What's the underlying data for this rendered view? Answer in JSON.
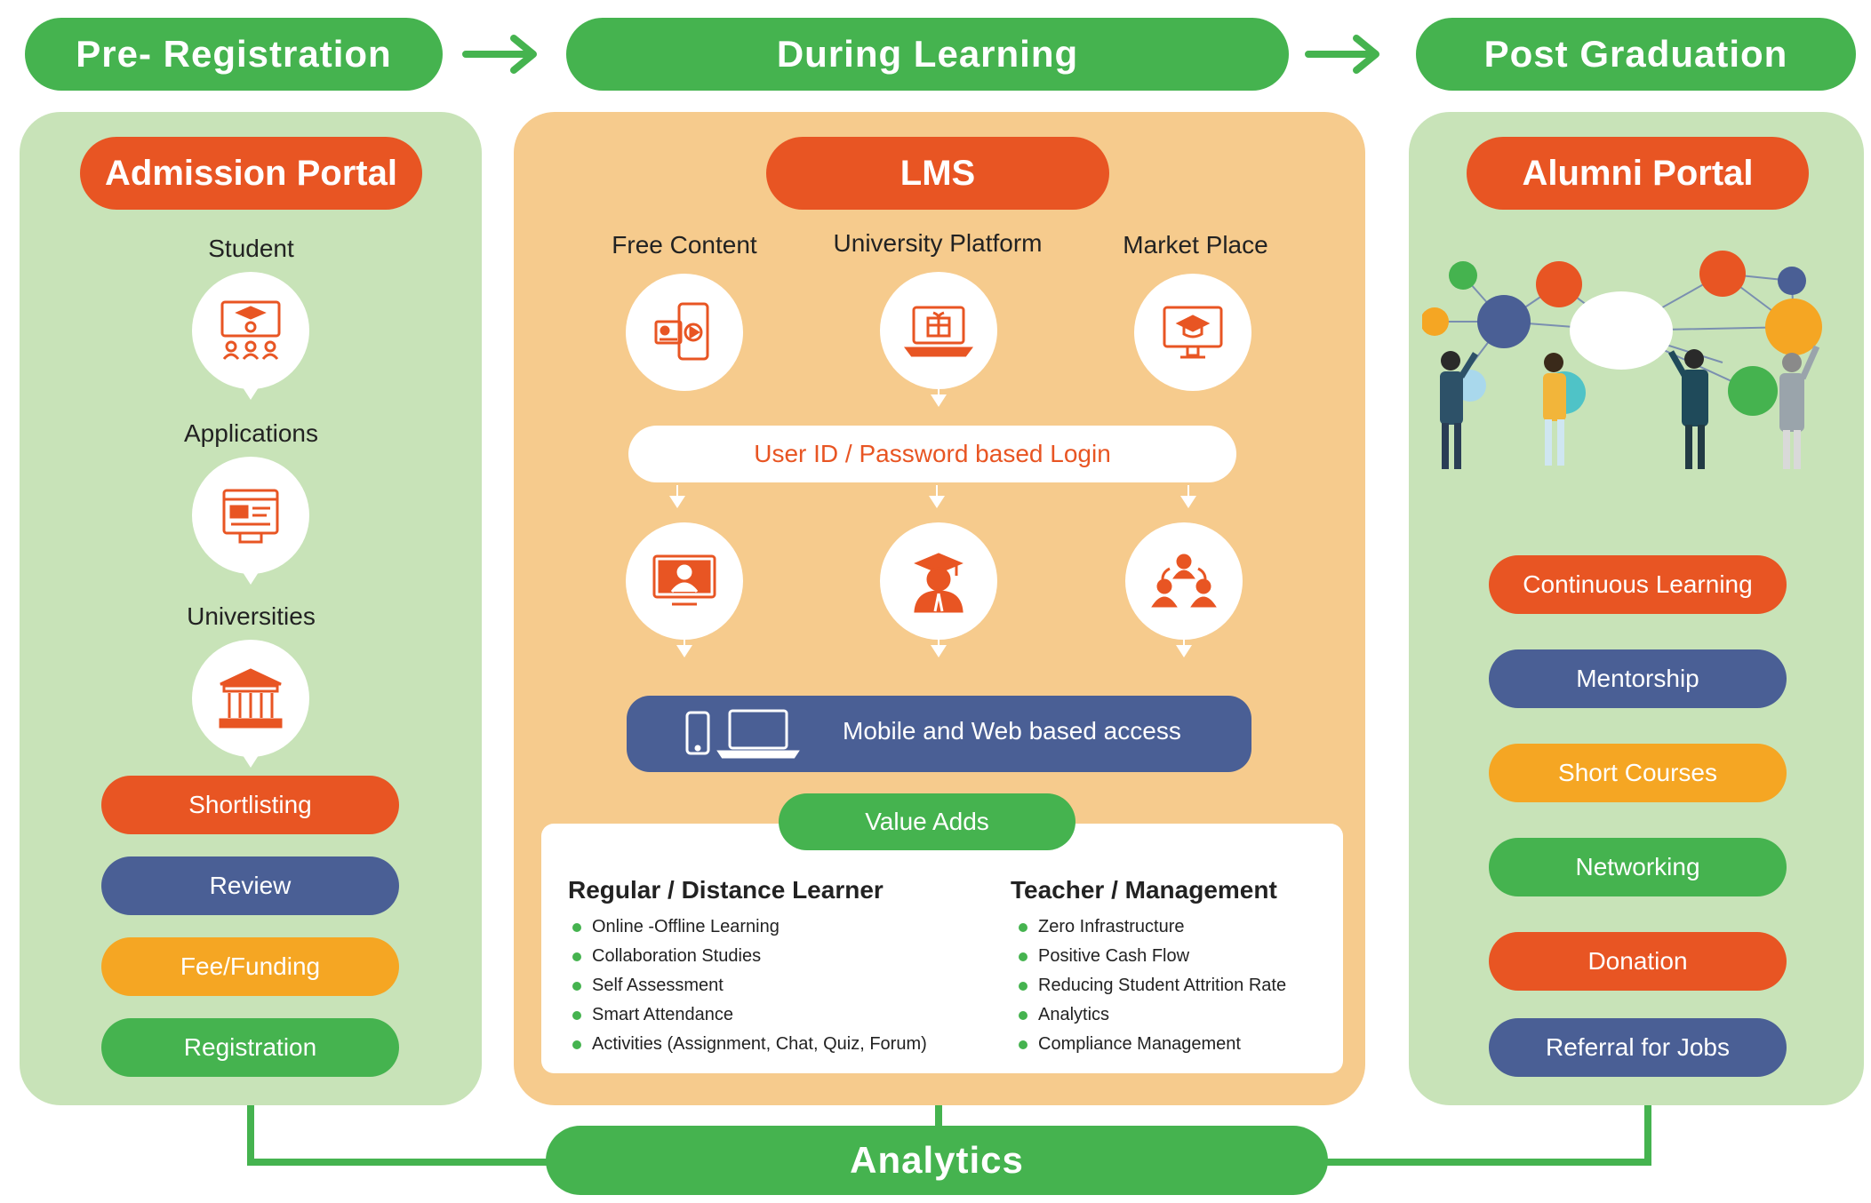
{
  "phases": {
    "pre_registration": "Pre- Registration",
    "during_learning": "During Learning",
    "post_graduation": "Post Graduation"
  },
  "left": {
    "portal": "Admission Portal",
    "steps": [
      "Student",
      "Applications",
      "Universities"
    ],
    "icons": [
      "graduation-classroom-icon",
      "application-form-icon",
      "university-building-icon"
    ],
    "stages": [
      {
        "label": "Shortlisting",
        "color": "#e85523"
      },
      {
        "label": "Review",
        "color": "#4a5f95"
      },
      {
        "label": "Fee/Funding",
        "color": "#f5a623"
      },
      {
        "label": "Registration",
        "color": "#45b34f"
      }
    ]
  },
  "center": {
    "portal": "LMS",
    "sources": [
      "Free Content",
      "University Platform",
      "Market Place"
    ],
    "source_icons": [
      "mobile-video-icon",
      "laptop-gift-icon",
      "monitor-graduation-icon"
    ],
    "login": "User ID / Password based Login",
    "role_icons": [
      "online-tutor-icon",
      "graduate-student-icon",
      "group-collaboration-icon"
    ],
    "access": "Mobile and Web based access",
    "value_adds": {
      "title": "Value Adds",
      "learner": {
        "heading": "Regular / Distance Learner",
        "items": [
          "Online -Offline Learning",
          "Collaboration Studies",
          "Self Assessment",
          "Smart Attendance",
          "Activities (Assignment, Chat, Quiz, Forum)"
        ]
      },
      "teacher": {
        "heading": "Teacher / Management",
        "items": [
          "Zero Infrastructure",
          "Positive Cash Flow",
          "Reducing Student Attrition Rate",
          "Analytics",
          "Compliance Management"
        ]
      }
    }
  },
  "right": {
    "portal": "Alumni Portal",
    "illustration": "alumni-network-illustration",
    "services": [
      {
        "label": "Continuous Learning",
        "color": "#e85523"
      },
      {
        "label": "Mentorship",
        "color": "#4a5f95"
      },
      {
        "label": "Short Courses",
        "color": "#f5a623"
      },
      {
        "label": "Networking",
        "color": "#45b34f"
      },
      {
        "label": "Donation",
        "color": "#e85523"
      },
      {
        "label": "Referral for Jobs",
        "color": "#4a5f95"
      }
    ]
  },
  "footer": {
    "analytics": "Analytics"
  },
  "colors": {
    "green": "#45b34f",
    "orange": "#e85523",
    "blue": "#4a5f95",
    "yellow": "#f5a623",
    "light_green": "#c8e3b8",
    "light_orange": "#f6cb8d"
  }
}
